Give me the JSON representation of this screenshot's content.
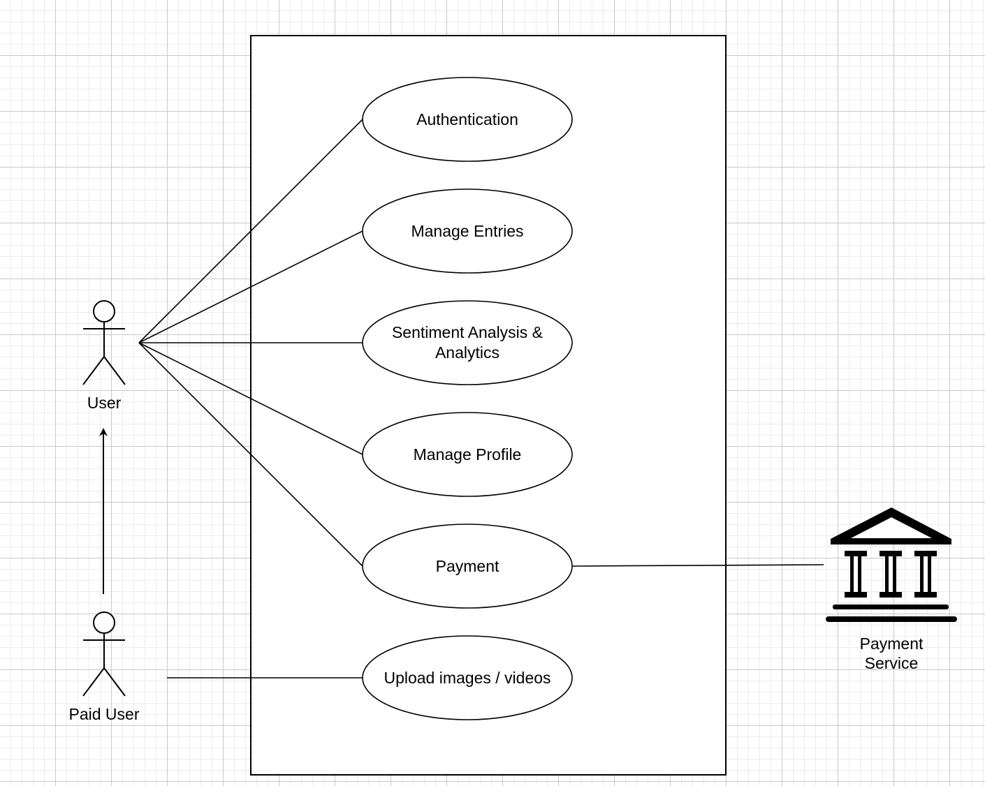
{
  "system_boundary": {
    "label": ""
  },
  "actors": {
    "user": {
      "label": "User"
    },
    "paid_user": {
      "label": "Paid User"
    },
    "payment_service": {
      "label_line1": "Payment",
      "label_line2": "Service",
      "icon": "bank-icon"
    }
  },
  "use_cases": {
    "authentication": {
      "label": "Authentication"
    },
    "manage_entries": {
      "label": "Manage Entries"
    },
    "sentiment_analysis": {
      "label_line1": "Sentiment Analysis &",
      "label_line2": "Analytics"
    },
    "manage_profile": {
      "label": "Manage Profile"
    },
    "payment": {
      "label": "Payment"
    },
    "upload_media": {
      "label": "Upload images / videos"
    }
  },
  "colors": {
    "stroke": "#000000",
    "background": "#ffffff",
    "grid": "#c9c9c9"
  }
}
